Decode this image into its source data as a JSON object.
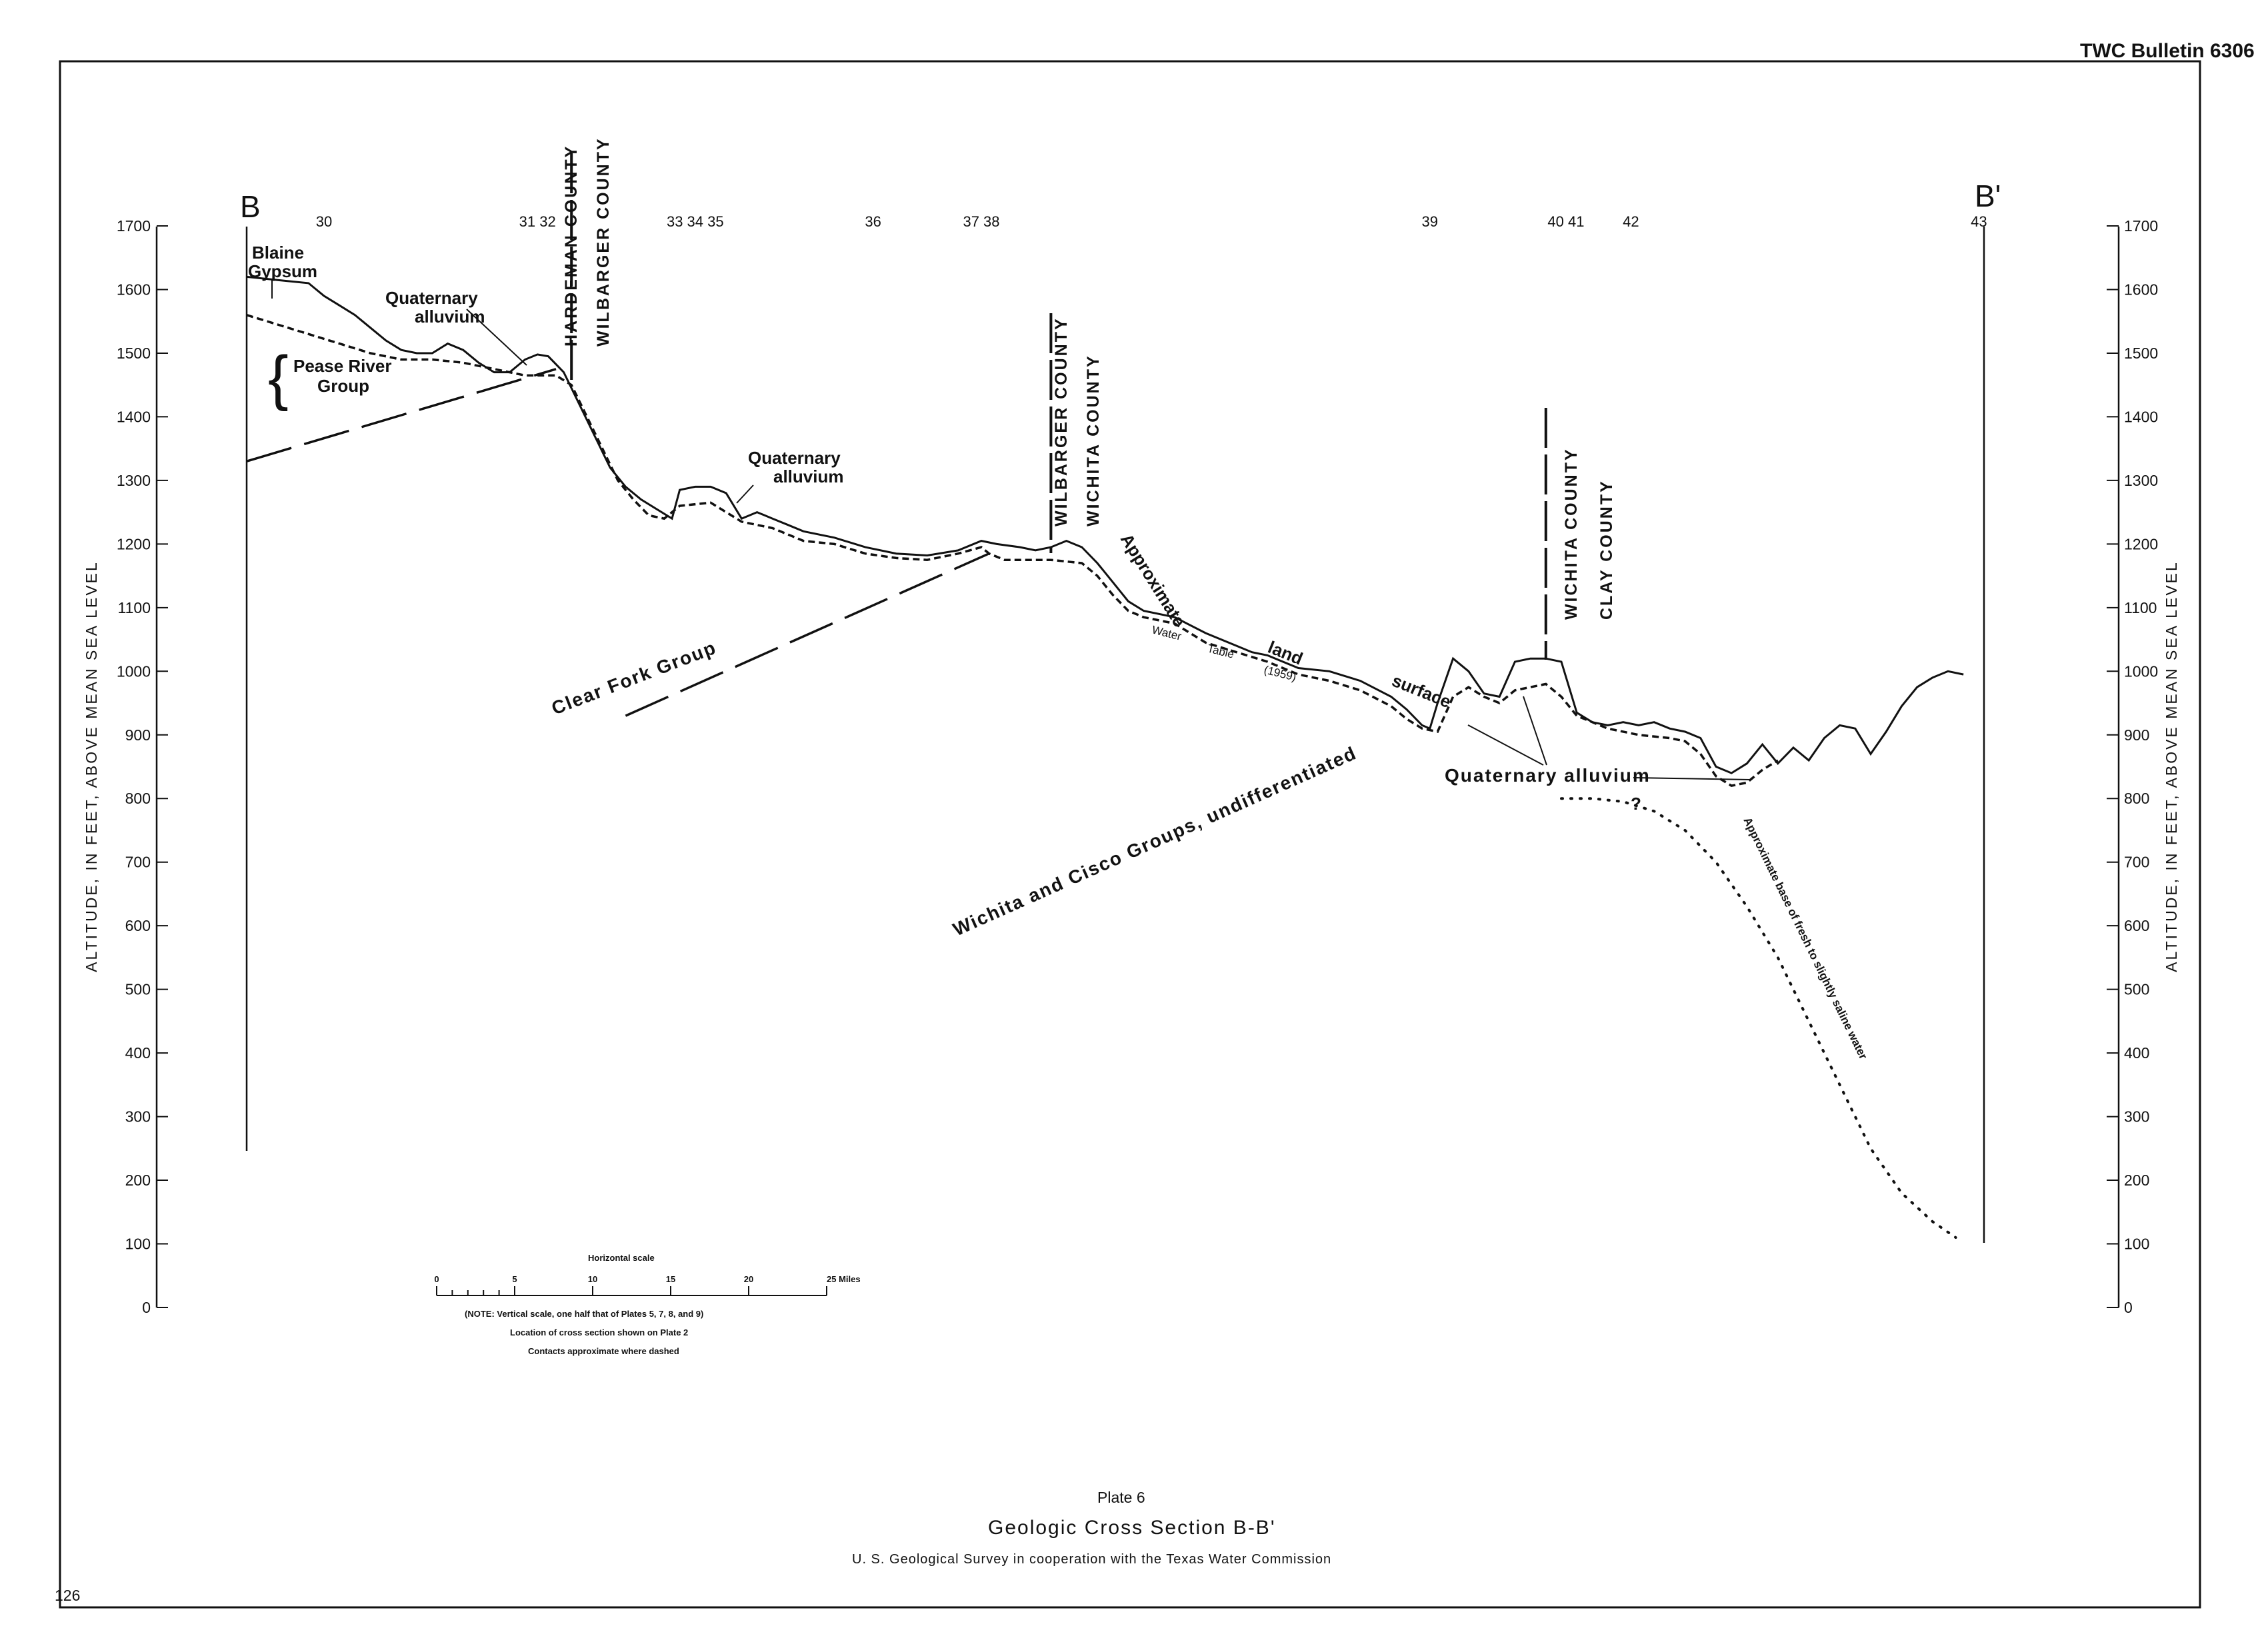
{
  "header": {
    "bulletin": "TWC Bulletin 6306",
    "page_number": "126"
  },
  "section_ends": {
    "start": "B",
    "end": "B'"
  },
  "axis": {
    "label": "ALTITUDE, IN FEET, ABOVE MEAN SEA LEVEL",
    "unit": "feet above mean sea level",
    "range": [
      0,
      1700
    ],
    "ticks": [
      "1700",
      "1600",
      "1500",
      "1400",
      "1300",
      "1200",
      "1100",
      "1000",
      "900",
      "800",
      "700",
      "600",
      "500",
      "400",
      "300",
      "200",
      "100",
      "0"
    ]
  },
  "wells": [
    "30",
    "31 32",
    "33 34 35",
    "36",
    "37 38",
    "39",
    "40 41",
    "42",
    "43"
  ],
  "well_data": [
    {
      "label": "30",
      "distance_mi": 5.0
    },
    {
      "label": "31 32",
      "distance_mi": 18.8
    },
    {
      "label": "33 34 35",
      "distance_mi": 29.0
    },
    {
      "label": "36",
      "distance_mi": 40.5
    },
    {
      "label": "37 38",
      "distance_mi": 47.5
    },
    {
      "label": "39",
      "distance_mi": 76.5
    },
    {
      "label": "40 41",
      "distance_mi": 85.3
    },
    {
      "label": "42",
      "distance_mi": 89.5
    },
    {
      "label": "43",
      "distance_mi": 112.0
    }
  ],
  "counties": {
    "hardeman": "HARDEMAN COUNTY",
    "wilbarger": "WILBARGER COUNTY",
    "wichita": "WICHITA COUNTY",
    "clay": "CLAY COUNTY"
  },
  "county_lines_mi": [
    21.0,
    52.0,
    84.0
  ],
  "units": {
    "blaine": "Blaine Gypsum",
    "pease_river": "Pease River Group",
    "clear_fork": "Clear Fork Group",
    "wichita_cisco": "Wichita and Cisco Groups, undifferentiated",
    "quaternary": "Quaternary alluvium"
  },
  "annotations": {
    "land_surface": [
      "Approximate",
      "land",
      "surface"
    ],
    "water_table": [
      "Water",
      "Table",
      "(1959)"
    ],
    "base_fresh_water": "Approximate base of fresh to slightly saline water",
    "question_mark": "?"
  },
  "profiles": {
    "land_surface": [
      [
        0,
        1620
      ],
      [
        2,
        1615
      ],
      [
        4,
        1610
      ],
      [
        5,
        1590
      ],
      [
        6,
        1575
      ],
      [
        7,
        1560
      ],
      [
        8,
        1540
      ],
      [
        9,
        1520
      ],
      [
        10,
        1505
      ],
      [
        11,
        1500
      ],
      [
        12,
        1500
      ],
      [
        13,
        1515
      ],
      [
        14,
        1505
      ],
      [
        15,
        1485
      ],
      [
        16,
        1470
      ],
      [
        17,
        1470
      ],
      [
        18,
        1490
      ],
      [
        18.8,
        1498
      ],
      [
        19.5,
        1495
      ],
      [
        20.5,
        1470
      ],
      [
        21.5,
        1420
      ],
      [
        22.5,
        1370
      ],
      [
        23.5,
        1320
      ],
      [
        24.5,
        1290
      ],
      [
        25.5,
        1270
      ],
      [
        26.5,
        1255
      ],
      [
        27.5,
        1240
      ],
      [
        28,
        1285
      ],
      [
        29,
        1290
      ],
      [
        30,
        1290
      ],
      [
        31,
        1280
      ],
      [
        32,
        1240
      ],
      [
        33,
        1250
      ],
      [
        34,
        1240
      ],
      [
        35,
        1230
      ],
      [
        36,
        1220
      ],
      [
        38,
        1210
      ],
      [
        40,
        1195
      ],
      [
        42,
        1185
      ],
      [
        44,
        1182
      ],
      [
        46,
        1190
      ],
      [
        47.5,
        1205
      ],
      [
        48.5,
        1200
      ],
      [
        50,
        1195
      ],
      [
        51,
        1190
      ],
      [
        52,
        1195
      ],
      [
        53,
        1205
      ],
      [
        54,
        1195
      ],
      [
        55,
        1170
      ],
      [
        56,
        1140
      ],
      [
        57,
        1110
      ],
      [
        58,
        1095
      ],
      [
        60,
        1085
      ],
      [
        62,
        1060
      ],
      [
        64,
        1040
      ],
      [
        65,
        1030
      ],
      [
        66,
        1025
      ],
      [
        67,
        1015
      ],
      [
        68,
        1005
      ],
      [
        70,
        1000
      ],
      [
        72,
        985
      ],
      [
        74,
        960
      ],
      [
        75,
        940
      ],
      [
        76,
        915
      ],
      [
        76.5,
        910
      ],
      [
        77,
        950
      ],
      [
        78,
        1020
      ],
      [
        79,
        1000
      ],
      [
        80,
        965
      ],
      [
        81,
        960
      ],
      [
        82,
        1015
      ],
      [
        83,
        1020
      ],
      [
        84,
        1020
      ],
      [
        85,
        1015
      ],
      [
        86,
        935
      ],
      [
        87,
        920
      ],
      [
        88,
        915
      ],
      [
        89,
        920
      ],
      [
        90,
        915
      ],
      [
        91,
        920
      ],
      [
        92,
        910
      ],
      [
        93,
        905
      ],
      [
        94,
        895
      ],
      [
        95,
        850
      ],
      [
        96,
        840
      ],
      [
        97,
        855
      ],
      [
        98,
        885
      ],
      [
        99,
        855
      ],
      [
        100,
        880
      ],
      [
        101,
        860
      ],
      [
        102,
        895
      ],
      [
        103,
        915
      ],
      [
        104,
        910
      ],
      [
        105,
        870
      ],
      [
        106,
        905
      ],
      [
        107,
        945
      ],
      [
        108,
        975
      ],
      [
        109,
        990
      ],
      [
        110,
        1000
      ],
      [
        111,
        995
      ]
    ],
    "water_table": [
      [
        0,
        1560
      ],
      [
        2,
        1545
      ],
      [
        4,
        1530
      ],
      [
        6,
        1515
      ],
      [
        8,
        1500
      ],
      [
        10,
        1490
      ],
      [
        12,
        1490
      ],
      [
        14,
        1485
      ],
      [
        16,
        1475
      ],
      [
        18,
        1465
      ],
      [
        20,
        1465
      ],
      [
        21,
        1450
      ],
      [
        22,
        1400
      ],
      [
        23,
        1350
      ],
      [
        24,
        1300
      ],
      [
        25,
        1270
      ],
      [
        26,
        1245
      ],
      [
        27,
        1240
      ],
      [
        28,
        1260
      ],
      [
        30,
        1265
      ],
      [
        32,
        1235
      ],
      [
        34,
        1225
      ],
      [
        36,
        1205
      ],
      [
        38,
        1200
      ],
      [
        40,
        1185
      ],
      [
        42,
        1178
      ],
      [
        44,
        1175
      ],
      [
        46,
        1185
      ],
      [
        47.5,
        1195
      ],
      [
        48,
        1185
      ],
      [
        49,
        1175
      ],
      [
        52,
        1175
      ],
      [
        54,
        1170
      ],
      [
        55,
        1150
      ],
      [
        56,
        1120
      ],
      [
        57,
        1095
      ],
      [
        58,
        1085
      ],
      [
        60,
        1075
      ],
      [
        62,
        1045
      ],
      [
        64,
        1030
      ],
      [
        66,
        1015
      ],
      [
        68,
        995
      ],
      [
        70,
        985
      ],
      [
        72,
        970
      ],
      [
        74,
        945
      ],
      [
        75,
        925
      ],
      [
        76,
        910
      ],
      [
        77,
        905
      ],
      [
        78,
        960
      ],
      [
        79,
        975
      ],
      [
        80,
        960
      ],
      [
        81,
        950
      ],
      [
        82,
        970
      ],
      [
        84,
        980
      ],
      [
        85,
        960
      ],
      [
        86,
        930
      ],
      [
        88,
        910
      ],
      [
        90,
        900
      ],
      [
        92,
        895
      ],
      [
        93,
        890
      ],
      [
        94,
        870
      ],
      [
        95,
        835
      ],
      [
        96,
        820
      ],
      [
        97,
        825
      ],
      [
        98,
        845
      ],
      [
        99,
        860
      ]
    ],
    "base_fresh_water": [
      [
        85,
        800
      ],
      [
        87,
        800
      ],
      [
        89,
        795
      ],
      [
        91,
        780
      ],
      [
        93,
        750
      ],
      [
        95,
        700
      ],
      [
        97,
        630
      ],
      [
        99,
        550
      ],
      [
        101,
        450
      ],
      [
        103,
        350
      ],
      [
        105,
        250
      ],
      [
        107,
        180
      ],
      [
        109,
        135
      ],
      [
        110.5,
        110
      ]
    ],
    "clear_fork_contact": [
      [
        0,
        1330
      ],
      [
        20,
        1475
      ]
    ],
    "clear_fork_contact_2": [
      [
        24.5,
        930
      ],
      [
        48,
        1185
      ]
    ]
  }
}
